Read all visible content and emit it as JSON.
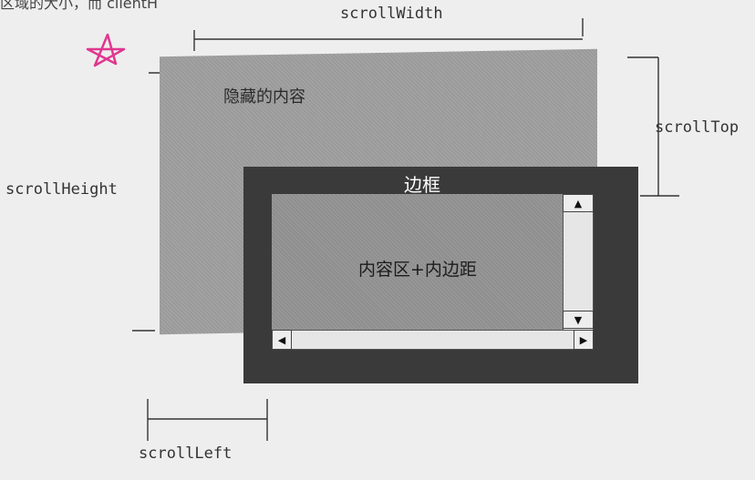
{
  "top_fragment": "区域的大小，而 clientH",
  "labels": {
    "scroll_width": "scrollWidth",
    "scroll_height": "scrollHeight",
    "scroll_top": "scrollTop",
    "scroll_left": "scrollLeft",
    "hidden_content": "隐藏的内容",
    "border": "边框",
    "content_padding": "内容区+内边距"
  },
  "arrows": {
    "up": "▲",
    "down": "▼",
    "left": "◀",
    "right": "▶"
  },
  "colors": {
    "hidden_area": "#9a9a9a",
    "border_box": "#3a3a3a",
    "content_area": "#8f8f8f",
    "star": "#e0368f"
  }
}
